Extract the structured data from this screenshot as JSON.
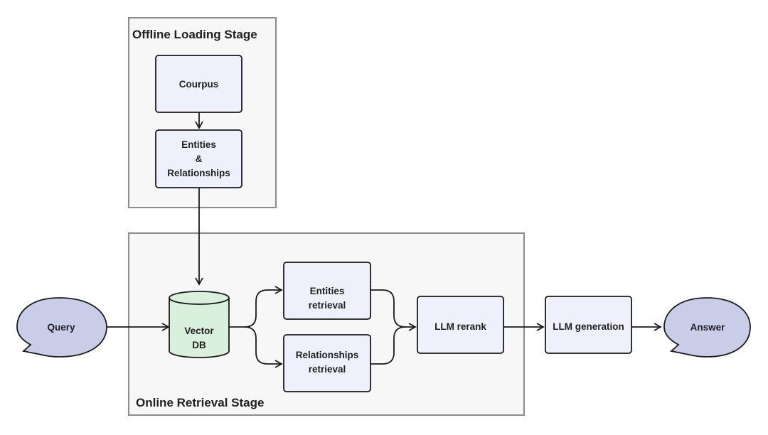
{
  "stages": {
    "offline": {
      "title": "Offline Loading Stage"
    },
    "online": {
      "title": "Online Retrieval Stage"
    }
  },
  "nodes": {
    "corpus": {
      "lines": [
        "Courpus"
      ]
    },
    "entities_relationships": {
      "lines": [
        "Entities",
        "&",
        "Relationships"
      ]
    },
    "query": {
      "lines": [
        "Query"
      ]
    },
    "vector_db": {
      "lines": [
        "Vector",
        "DB"
      ]
    },
    "entities_retrieval": {
      "lines": [
        "Entities",
        "retrieval"
      ]
    },
    "relationships_retrieval": {
      "lines": [
        "Relationships",
        "retrieval"
      ]
    },
    "llm_rerank": {
      "lines": [
        "LLM rerank"
      ]
    },
    "llm_generation": {
      "lines": [
        "LLM generation"
      ]
    },
    "answer": {
      "lines": [
        "Answer"
      ]
    }
  },
  "colors": {
    "box_fill": "#eef1fb",
    "bubble_fill": "#c9cde8",
    "db_fill": "#d9f0dd",
    "stage_fill": "#f7f7f7",
    "stage_border": "#8c8c8c",
    "stroke": "#1a1a1a"
  }
}
